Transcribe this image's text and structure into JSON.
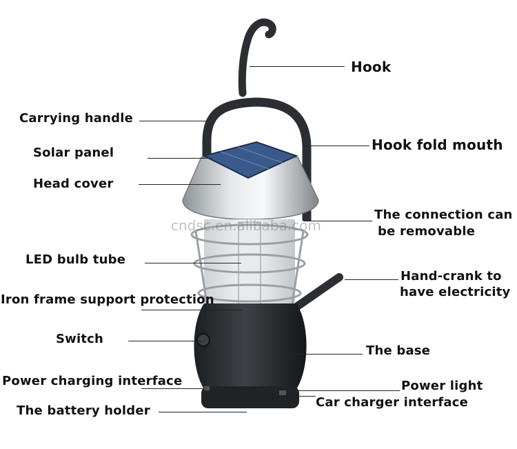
{
  "watermark": "cndsc.en.alibaba.com",
  "labels": {
    "hook": "Hook",
    "carrying_handle": "Carrying handle",
    "solar_panel": "Solar panel",
    "hook_fold_mouth": "Hook fold mouth",
    "head_cover": "Head cover",
    "connection_line1": "The connection can",
    "connection_line2": "be removable",
    "led_bulb_tube": "LED bulb tube",
    "hand_crank_line1": "Hand-crank to",
    "hand_crank_line2": "have electricity",
    "iron_frame": "Iron frame support protection",
    "switch": "Switch",
    "the_base": "The base",
    "power_charging": "Power charging interface",
    "power_light": "Power light",
    "car_charger": "Car charger interface",
    "battery_holder": "The battery holder"
  },
  "colors": {
    "label_text": "#111111",
    "leader_line": "#222222",
    "lantern_body": "#2b2f33",
    "solar_panel": "#3a5a8c",
    "head_cover": "#c8cdd2"
  }
}
